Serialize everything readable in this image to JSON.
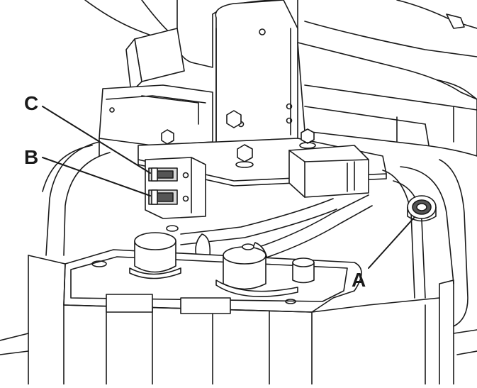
{
  "figure": {
    "description_labels": {
      "a": "A",
      "b": "B",
      "c": "C"
    },
    "colors": {
      "line": "#1a1a1a",
      "fill": "#ffffff",
      "shade": "#d9d9d9",
      "dark": "#555555"
    }
  }
}
